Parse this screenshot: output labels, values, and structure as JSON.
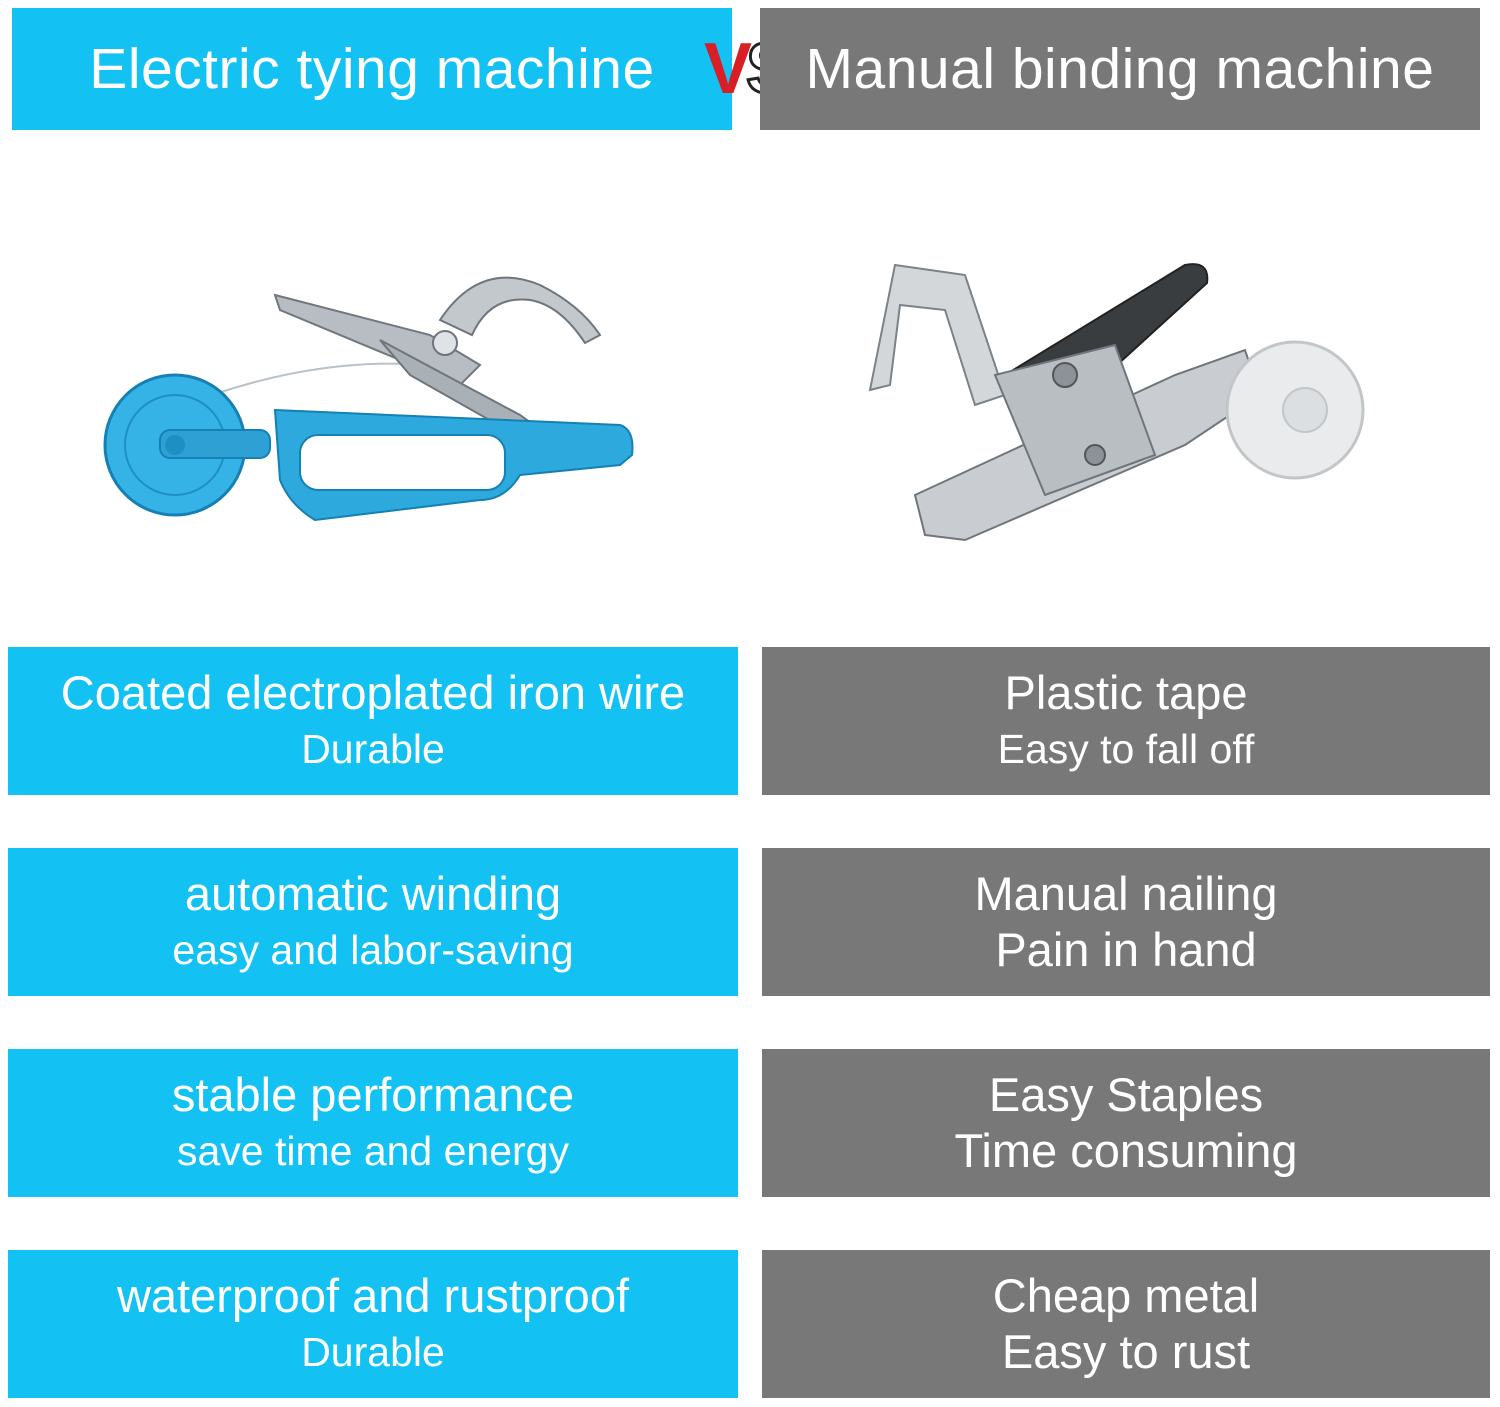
{
  "header": {
    "left_title": "Electric tying machine",
    "vs_v": "V",
    "vs_s": "S",
    "right_title": "Manual binding machine"
  },
  "colors": {
    "electric_panel": "#13c2f3",
    "manual_panel": "#787878",
    "vs_red": "#d81f26"
  },
  "products": {
    "electric": "electric-tying-tool-icon",
    "manual": "manual-tapener-tool-icon"
  },
  "rows": [
    {
      "electric": {
        "line1": "Coated electroplated iron wire",
        "line2": "Durable"
      },
      "manual": {
        "line1": "Plastic tape",
        "line2": "Easy to fall off"
      }
    },
    {
      "electric": {
        "line1": "automatic winding",
        "line2": "easy and labor-saving"
      },
      "manual": {
        "line1": "Manual nailing",
        "line2": "Pain in hand"
      }
    },
    {
      "electric": {
        "line1": "stable performance",
        "line2": "save time and energy"
      },
      "manual": {
        "line1": "Easy Staples",
        "line2": "Time consuming"
      }
    },
    {
      "electric": {
        "line1": "waterproof and rustproof",
        "line2": "Durable"
      },
      "manual": {
        "line1": "Cheap metal",
        "line2": "Easy to rust"
      }
    }
  ]
}
